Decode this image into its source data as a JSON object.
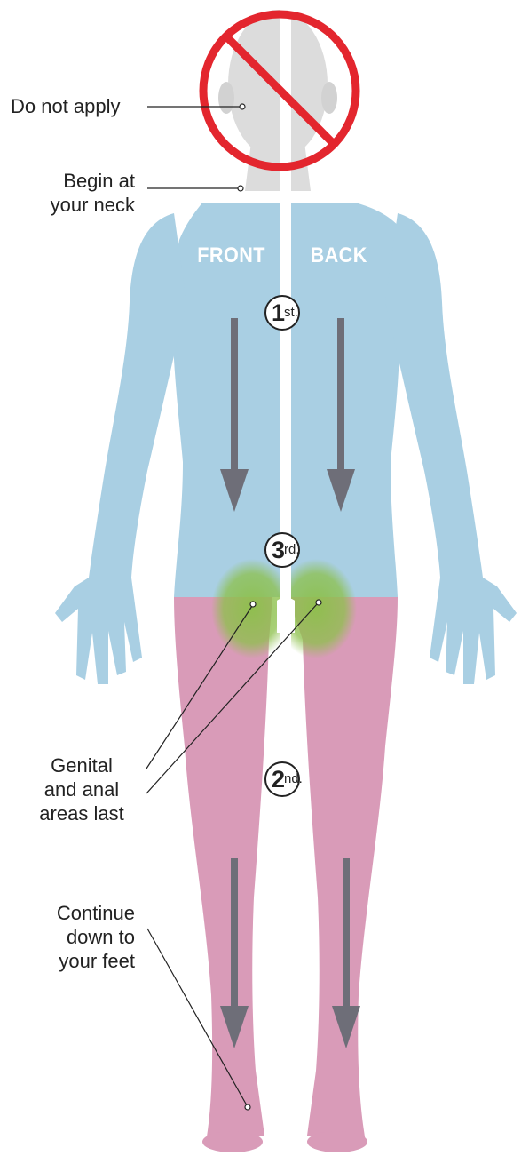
{
  "sides": {
    "front": "FRONT",
    "back": "BACK"
  },
  "steps": [
    {
      "num": "1",
      "suffix": "st."
    },
    {
      "num": "3",
      "suffix": "rd."
    },
    {
      "num": "2",
      "suffix": "nd."
    }
  ],
  "labels": {
    "do_not_apply": "Do not apply",
    "begin_line1": "Begin at",
    "begin_line2": "your neck",
    "genital_line1": "Genital",
    "genital_line2": "and anal",
    "genital_line3": "areas last",
    "continue_line1": "Continue",
    "continue_line2": "down to",
    "continue_line3": "your feet"
  },
  "colors": {
    "upper_body": "#a9cfe3",
    "legs": "#d99bb8",
    "genital_zone": "#8cc04a",
    "head": "#dcdcdc",
    "no_sign": "#e3262e",
    "arrows": "#6e6e78"
  },
  "icons": {
    "prohibition": "no-sign-icon",
    "direction": "down-arrow-icon"
  }
}
